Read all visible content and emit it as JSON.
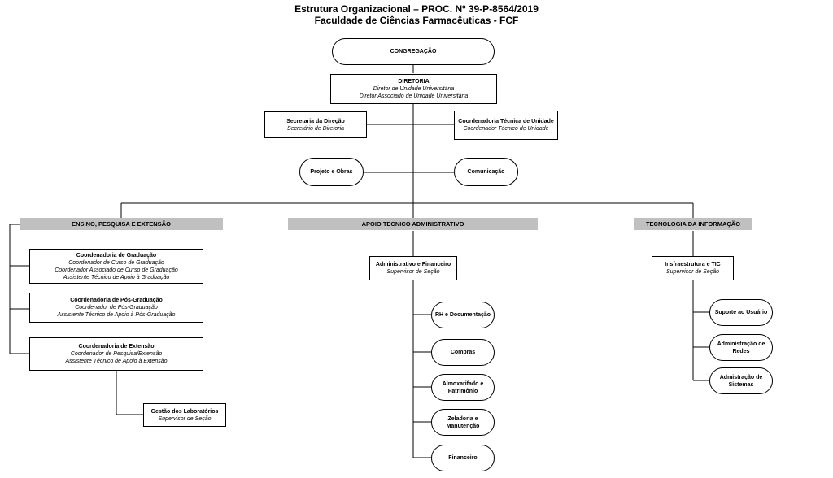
{
  "header": {
    "title_line1": "Estrutura Organizacional – PROC. Nº 39-P-8564/2019",
    "title_line2": "Faculdade de Ciências Farmacêuticas - FCF"
  },
  "top": {
    "congregacao": "CONGREGAÇÃO",
    "diretoria": {
      "title": "DIRETORIA",
      "line1": "Diretor de Unidade Universitária",
      "line2": "Diretor Associado de Unidade Universitária"
    },
    "secretaria": {
      "title": "Secretaria da Direção",
      "subtitle": "Secretário de Diretoria"
    },
    "coord_tecnica": {
      "title": "Coordenadoria Técnica de Unidade",
      "subtitle": "Coordenador Técnico de Unidade"
    },
    "projeto": "Projeto e Obras",
    "comunicacao": "Comunicação"
  },
  "bands": {
    "ensino": "ENSINO, PESQUISA E EXTENSÃO",
    "apoio": "APOIO TECNICO ADMINISTRATIVO",
    "ti": "TECNOLOGIA DA INFORMAÇÃO"
  },
  "ensino": {
    "graduacao": {
      "title": "Coordenadoria de Graduação",
      "lines": [
        "Coordenador de Curso de Graduação",
        "Coordenador Associado de Curso de Graduação",
        "Assistente Técnico de Apoio à Graduação"
      ]
    },
    "pos": {
      "title": "Coordenadoria de Pós-Graduação",
      "lines": [
        "Coordenador de Pós-Graduação",
        "Assistente Técnico de Apoio à Pós-Graduação"
      ]
    },
    "extensao": {
      "title": "Coordenadoria de Extensão",
      "lines": [
        "Coordenador de Pesquisa/Extensão",
        "Assistente Técnico de Apoio à Extensão"
      ]
    },
    "laboratorios": {
      "title": "Gestão dos Laboratórios",
      "subtitle": "Supervisor de Seção"
    }
  },
  "apoio": {
    "adm": {
      "title": "Administrativo e Financeiro",
      "subtitle": "Supervisor de Seção"
    },
    "units": [
      "RH e Documentação",
      "Compras",
      "Almoxarifado e Patrimônio",
      "Zeladoria e Manutenção",
      "Financeiro"
    ]
  },
  "ti": {
    "infra": {
      "title": "Insfraestrutura e TIC",
      "subtitle": "Supervisor de Seção"
    },
    "units": [
      "Suporte ao Usuário",
      "Administração de Redes",
      "Admistração de Sistemas"
    ]
  }
}
